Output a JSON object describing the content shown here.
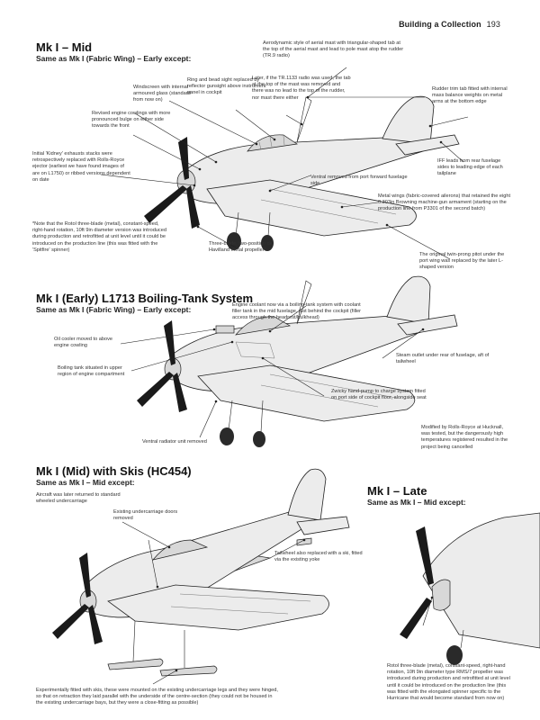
{
  "header": {
    "title": "Building a Collection",
    "page": "193"
  },
  "sections": [
    {
      "title": "Mk I – Mid",
      "subtitle": "Same as Mk I (Fabric Wing) – Early except:",
      "notes": [
        "Aerodynamic style of aerial mast with triangular-shaped tab at the top of the aerial mast and lead to pole mast atop the rudder (TR.9 radio)",
        "Later, if the TR.1133 radio was used, the tab at the top of the mast was removed and there was no lead to the top of the rudder, nor mast there either",
        "Ring and bead sight replaced by reflector gunsight above instrument panel in cockpit",
        "Windscreen with internal armoured glass (standard from now on)",
        "Revised engine cowlings with more pronounced bulge on either side towards the front",
        "Initial 'Kidney' exhausts stacks were retrospectively replaced with Rolls-Royce ejector (earliest we have found images of are on L1750) or ribbed versions dependent on date",
        "*Note that the Rotol three-blade (metal), constant-speed, right-hand rotation, 10ft 9in diameter version was introduced during production and retrofitted at unit level until it could be introduced on the production line (this was fitted with the 'Spitfire' spinner)",
        "Three-blade, two-position de Havilland metal propeller*",
        "Ventral removed from port forward fuselage side",
        "Rudder trim tab fitted with internal mass balance weights on metal arms at the bottom edge",
        "IFF leads from rear fuselage sides to leading edge of each tailplane",
        "Metal wings (fabric-covered ailerons) that retained the eight 0.303in Browning machine-gun armament (starting on the production line from P3301 of the second batch)",
        "The original twin-prong pitot under the port wing was replaced by the later L-shaped version"
      ]
    },
    {
      "title": "Mk I (Early) L1713 Boiling-Tank System",
      "subtitle": "Same as Mk I (Fabric Wing) – Early except:",
      "notes": [
        "Engine coolant now via a boiling-tank system with coolant filler tank in the mid fuselage, just behind the cockpit (filler access through the headrest/bulkhead)",
        "Oil cooler moved to above engine cowling",
        "Boiling tank situated in upper region of engine compartment",
        "Steam outlet under rear of fuselage, aft of tailwheel",
        "Zwicky hand-pump to charge system fitted on port side of cockpit floor, alongside seat",
        "Ventral radiator unit removed",
        "Modified by Rolls-Royce at Hucknall, was tested, but the dangerously high temperatures registered resulted in the project being cancelled"
      ]
    },
    {
      "title": "Mk I (Mid) with Skis (HC454)",
      "subtitle": "Same as Mk I – Mid except:",
      "notes": [
        "Aircraft was later returned to standard wheeled undercarriage",
        "Existing undercarriage doors removed",
        "Tailwheel also replaced with a ski, fitted via the existing yoke",
        "Experimentally fitted with skis, these were mounted on the existing undercarriage legs and they were hinged, so that on retraction they laid parallel with the underside of the centre-section (they could not be housed in the existing undercarriage bays, but they were a close-fitting as possible)"
      ]
    },
    {
      "title": "Mk I – Late",
      "subtitle": "Same as Mk I – Mid except:",
      "notes": [
        "Rotol three-blade (metal), constant-speed, right-hand rotation, 10ft 9in diameter type RMS/7 propeller was introduced during production and retrofitted at unit level until it could be introduced on the production line (this was fitted with the elongated spinner specific to the Hurricane that would become standard from now on)"
      ]
    }
  ]
}
